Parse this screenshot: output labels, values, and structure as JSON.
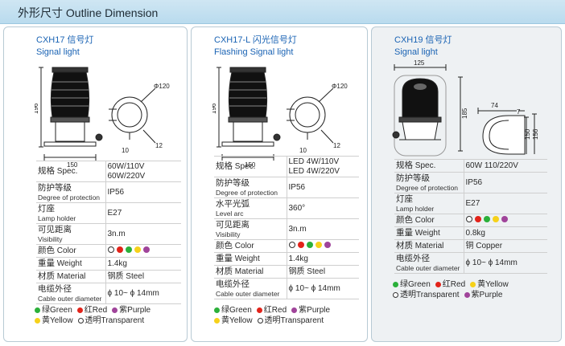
{
  "header": {
    "title": "外形尺寸 Outline Dimension"
  },
  "colors": {
    "green": "#2bb03a",
    "red": "#e2231a",
    "yellow": "#f6d11a",
    "purple": "#a0449a"
  },
  "products": [
    {
      "model": "CXH17 信号灯",
      "name": "Signal light",
      "dims": {
        "height": "196",
        "base": "150",
        "phi": "Φ120",
        "a": "10",
        "b": "12"
      },
      "specs": [
        {
          "cn": "规格",
          "en": "Spec.",
          "v": [
            "60W/110V",
            "60W/220V"
          ]
        },
        {
          "cn": "防护等级",
          "en": "Degree of protection",
          "v": [
            "IP56"
          ]
        },
        {
          "cn": "灯座",
          "en": "Lamp holder",
          "v": [
            "E27"
          ]
        },
        {
          "cn": "可见距离",
          "en": "Visibility",
          "v": [
            "3n.m"
          ]
        },
        {
          "cn": "颜色",
          "en": "Color",
          "v": []
        },
        {
          "cn": "重量",
          "en": "Weight",
          "v": [
            "1.4kg"
          ]
        },
        {
          "cn": "材质",
          "en": "Material",
          "v": [
            "钢质 Steel"
          ]
        },
        {
          "cn": "电缆外径",
          "en": "Cable outer diameter",
          "v": [
            "ϕ 10~ ϕ 14mm"
          ]
        }
      ],
      "legend": [
        [
          {
            "c": "green",
            "t": "绿Green"
          },
          {
            "c": "red",
            "t": "红Red"
          },
          {
            "c": "purple",
            "t": "紫Purple"
          }
        ],
        [
          {
            "c": "yellow",
            "t": "黄Yellow"
          },
          {
            "c": "open",
            "t": "透明Transparent"
          }
        ]
      ]
    },
    {
      "model": "CXH17-L 闪光信号灯",
      "name": "Flashing Signal light",
      "dims": {
        "height": "196",
        "base": "150",
        "phi": "Φ120",
        "a": "10",
        "b": "12"
      },
      "specs": [
        {
          "cn": "规格",
          "en": "Spec.",
          "v": [
            "LED 4W/110V",
            "LED 4W/220V"
          ]
        },
        {
          "cn": "防护等级",
          "en": "Degree of protection",
          "v": [
            "IP56"
          ]
        },
        {
          "cn": "水平光弧",
          "en": "Level arc",
          "v": [
            "360°"
          ]
        },
        {
          "cn": "可见距离",
          "en": "Visibility",
          "v": [
            "3n.m"
          ]
        },
        {
          "cn": "颜色",
          "en": "Color",
          "v": []
        },
        {
          "cn": "重量",
          "en": "Weight",
          "v": [
            "1.4kg"
          ]
        },
        {
          "cn": "材质",
          "en": "Material",
          "v": [
            "钢质 Steel"
          ]
        },
        {
          "cn": "电缆外径",
          "en": "Cable outer diameter",
          "v": [
            "ϕ 10~ ϕ 14mm"
          ]
        }
      ],
      "legend": [
        [
          {
            "c": "green",
            "t": "绿Green"
          },
          {
            "c": "red",
            "t": "红Red"
          },
          {
            "c": "purple",
            "t": "紫Purple"
          }
        ],
        [
          {
            "c": "yellow",
            "t": "黄Yellow"
          },
          {
            "c": "open",
            "t": "透明Transparent"
          }
        ]
      ]
    },
    {
      "model": "CXH19 信号灯",
      "name": "Signal light",
      "dims": {
        "width": "125",
        "height": "185",
        "d1": "74",
        "d2": "7",
        "h1": "150",
        "h2": "156"
      },
      "specs": [
        {
          "cn": "规格",
          "en": "Spec.",
          "v": [
            "60W  110/220V"
          ]
        },
        {
          "cn": "防护等级",
          "en": "Degree of protection",
          "v": [
            "IP56"
          ]
        },
        {
          "cn": "灯座",
          "en": "Lamp holder",
          "v": [
            "E27"
          ]
        },
        {
          "cn": "颜色",
          "en": "Color",
          "v": []
        },
        {
          "cn": "重量",
          "en": "Weight",
          "v": [
            "0.8kg"
          ]
        },
        {
          "cn": "材质",
          "en": "Material",
          "v": [
            "铜 Copper"
          ]
        },
        {
          "cn": "电缆外径",
          "en": "Cable outer diameter",
          "v": [
            "ϕ 10~ ϕ 14mm"
          ]
        }
      ],
      "legend": [
        [
          {
            "c": "green",
            "t": "绿Green"
          },
          {
            "c": "red",
            "t": "红Red"
          },
          {
            "c": "yellow",
            "t": "黄Yellow"
          }
        ],
        [
          {
            "c": "open",
            "t": "透明Transparent"
          },
          {
            "c": "purple",
            "t": "紫Purple"
          }
        ]
      ]
    }
  ]
}
